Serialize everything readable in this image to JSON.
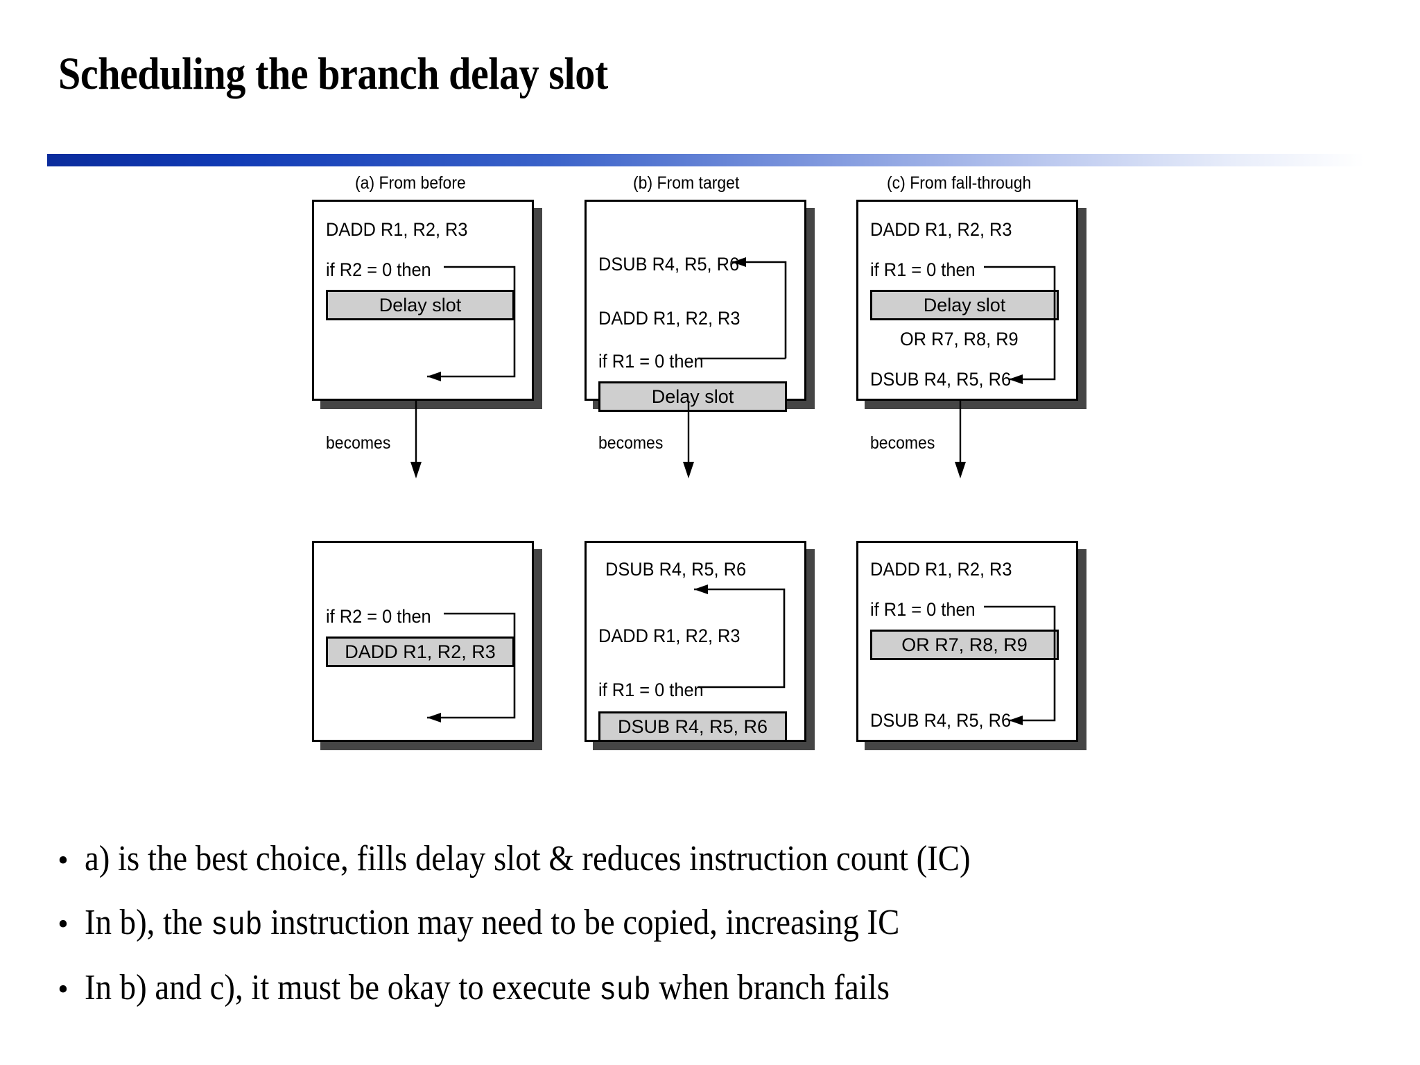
{
  "slide": {
    "title": "Scheduling the branch delay slot",
    "accent_color": "#0b2c9c",
    "slot_fill_color": "#cfcfcf",
    "shadow_color": "#454545"
  },
  "figure": {
    "columns": [
      {
        "header": "(a)  From before",
        "before": {
          "lines": [
            "DADD R1, R2, R3",
            "if R2 = 0 then"
          ],
          "slot_label": "Delay slot",
          "branch_condition": "if R2 = 0 then"
        },
        "transition_label": "becomes",
        "after": {
          "lines": [
            "if R2 = 0 then"
          ],
          "slot_label": "DADD R1, R2, R3"
        }
      },
      {
        "header": "(b)  From target",
        "before": {
          "lines": [
            "DSUB R4, R5, R6",
            "DADD R1, R2, R3",
            "if R1 = 0 then"
          ],
          "slot_label": "Delay slot",
          "branch_condition": "if R1 = 0 then"
        },
        "transition_label": "becomes",
        "after": {
          "lines": [
            "DSUB R4, R5, R6",
            "DADD R1, R2, R3",
            "if R1 = 0 then"
          ],
          "slot_label": "DSUB R4, R5, R6"
        }
      },
      {
        "header": "(c)  From fall-through",
        "before": {
          "lines": [
            "DADD R1, R2, R3",
            "if R1 = 0 then",
            "OR R7, R8, R9",
            "DSUB R4, R5, R6"
          ],
          "slot_label": "Delay slot",
          "branch_condition": "if R1 = 0 then"
        },
        "transition_label": "becomes",
        "after": {
          "lines": [
            "DADD R1, R2, R3",
            "if R1 = 0 then",
            "DSUB R4, R5, R6"
          ],
          "slot_label": "OR R7, R8, R9"
        }
      }
    ]
  },
  "bullets": [
    {
      "marker": "•",
      "pre": "a) is the best choice, fills delay slot & reduces instruction count (IC)",
      "mono": "",
      "post": ""
    },
    {
      "marker": "•",
      "pre": "In b), the ",
      "mono": "sub",
      "post": " instruction may need to be copied, increasing IC"
    },
    {
      "marker": "•",
      "pre": "In b) and c), it must be okay to execute ",
      "mono": "sub",
      "post": " when branch fails"
    }
  ]
}
